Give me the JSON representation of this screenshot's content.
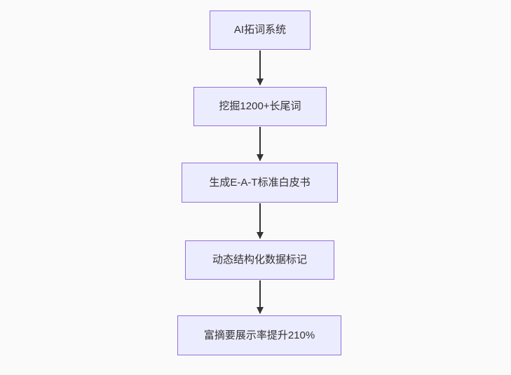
{
  "diagram": {
    "type": "flowchart",
    "direction": "top-down",
    "colors": {
      "background": "#fafafa",
      "node_fill": "#ECECFF",
      "node_border": "#9370DB",
      "arrow": "#333333",
      "text": "#333333"
    },
    "nodes": [
      {
        "label": "AI拓词系统"
      },
      {
        "label": "挖掘1200+长尾词"
      },
      {
        "label": "生成E-A-T标准白皮书"
      },
      {
        "label": "动态结构化数据标记"
      },
      {
        "label": "富摘要展示率提升210%"
      }
    ],
    "edges": [
      {
        "from": "AI拓词系统",
        "to": "挖掘1200+长尾词"
      },
      {
        "from": "挖掘1200+长尾词",
        "to": "生成E-A-T标准白皮书"
      },
      {
        "from": "生成E-A-T标准白皮书",
        "to": "动态结构化数据标记"
      },
      {
        "from": "动态结构化数据标记",
        "to": "富摘要展示率提升210%"
      }
    ]
  }
}
